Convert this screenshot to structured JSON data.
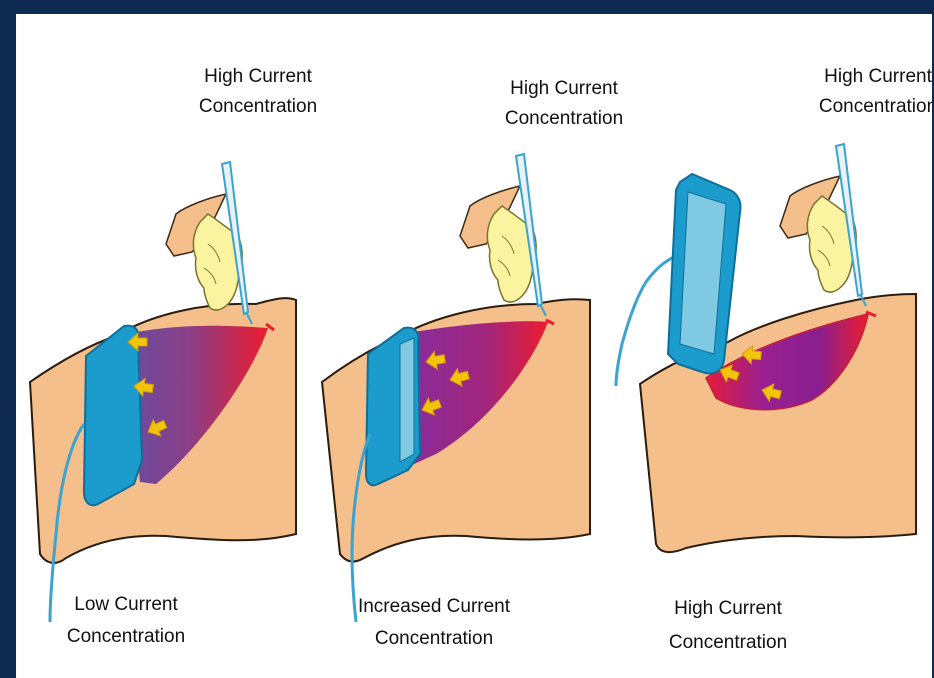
{
  "panels": [
    {
      "top_label": {
        "line1": "High Current",
        "line2": "Concentration"
      },
      "bottom_label": {
        "line1": "Low Current",
        "line2": "Concentration"
      }
    },
    {
      "top_label": {
        "line1": "High Current",
        "line2": "Concentration"
      },
      "bottom_label": {
        "line1": "Increased Current",
        "line2": "Concentration"
      }
    },
    {
      "top_label": {
        "line1": "High Current",
        "line2": "Concentration"
      },
      "bottom_label": {
        "line1": "High Current",
        "line2": "Concentration"
      }
    }
  ],
  "colors": {
    "background": "#0f2a50",
    "skin": "#f4bf8a",
    "pad": "#1c9ccc",
    "pad_light": "#7fc9e3",
    "hand": "#faf3a0",
    "arrow": "#f2c40c",
    "current_high": "#ed1c2e",
    "current_low": "#6a4ba0"
  }
}
